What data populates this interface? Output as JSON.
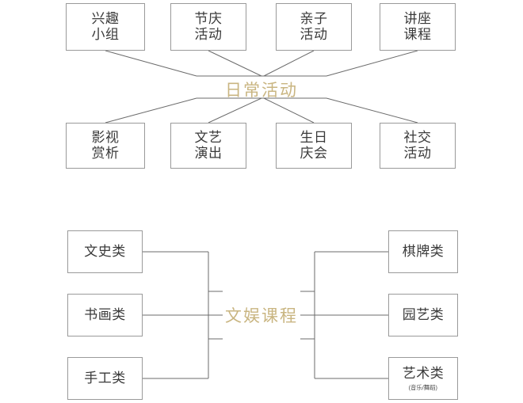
{
  "diagram": {
    "type": "two-cluster-hub-and-spoke",
    "background_color": "#ffffff",
    "box_border_color": "#9a9a9a",
    "connector_color": "#6b6b6b",
    "hub_text_color": "#c9b581",
    "box_text_color": "#3a3a3a",
    "clusters": [
      {
        "id": "daily-activities",
        "hub_label": "日常活动",
        "layout": "fan",
        "top_nodes": [
          {
            "id": "interest-group",
            "lines": [
              "兴趣",
              "小组"
            ]
          },
          {
            "id": "festival-activity",
            "lines": [
              "节庆",
              "活动"
            ]
          },
          {
            "id": "parent-child-activity",
            "lines": [
              "亲子",
              "活动"
            ]
          },
          {
            "id": "lecture-course",
            "lines": [
              "讲座",
              "课程"
            ]
          }
        ],
        "bottom_nodes": [
          {
            "id": "film-appreciation",
            "lines": [
              "影视",
              "赏析"
            ]
          },
          {
            "id": "arts-performance",
            "lines": [
              "文艺",
              "演出"
            ]
          },
          {
            "id": "birthday-party",
            "lines": [
              "生日",
              "庆会"
            ]
          },
          {
            "id": "social-activity",
            "lines": [
              "社交",
              "活动"
            ]
          }
        ]
      },
      {
        "id": "culture-entertainment-courses",
        "hub_label": "文娱课程",
        "layout": "bracket",
        "left_nodes": [
          {
            "id": "literature-history",
            "lines": [
              "文史类"
            ]
          },
          {
            "id": "calligraphy-painting",
            "lines": [
              "书画类"
            ]
          },
          {
            "id": "handicraft",
            "lines": [
              "手工类"
            ]
          }
        ],
        "right_nodes": [
          {
            "id": "chess-cards",
            "lines": [
              "棋牌类"
            ]
          },
          {
            "id": "gardening",
            "lines": [
              "园艺类"
            ]
          },
          {
            "id": "arts",
            "lines": [
              "艺术类"
            ],
            "sub": "(音乐/舞蹈)"
          }
        ]
      }
    ]
  }
}
